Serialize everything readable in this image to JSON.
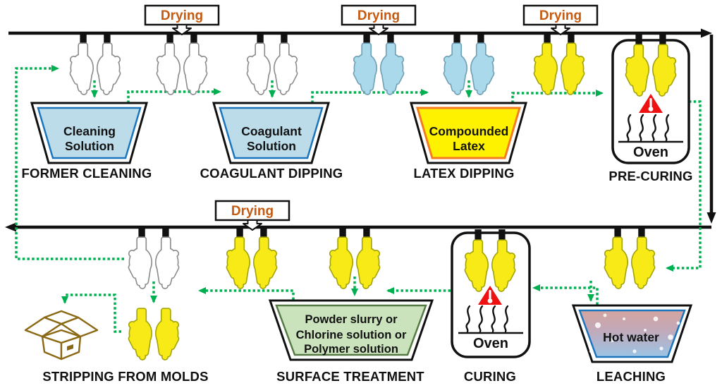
{
  "drying_label": "Drying",
  "stations": {
    "former_cleaning": {
      "label": "FORMER CLEANING",
      "tank": [
        "Cleaning",
        "Solution"
      ]
    },
    "coagulant_dipping": {
      "label": "COAGULANT DIPPING",
      "tank": [
        "Coagulant",
        "Solution"
      ]
    },
    "latex_dipping": {
      "label": "LATEX DIPPING",
      "tank": [
        "Compounded",
        "Latex"
      ]
    },
    "pre_curing": {
      "label": "PRE-CURING",
      "oven": "Oven"
    },
    "stripping": {
      "label": "STRIPPING FROM MOLDS"
    },
    "surface_treatment": {
      "label": "SURFACE TREATMENT",
      "tank": [
        "Powder slurry or",
        "Chlorine solution or",
        "Polymer solution"
      ]
    },
    "curing": {
      "label": "CURING",
      "oven": "Oven"
    },
    "leaching": {
      "label": "LEACHING",
      "tank": [
        "Hot water"
      ]
    }
  },
  "colors": {
    "flow_arrow_green": "#00B050",
    "drying_text_orange": "#C55A11",
    "glove_white": "#FFFFFF",
    "glove_blue": "#A9D9EA",
    "glove_yellow": "#F7EA16",
    "solution_blue": "#BCDCEA",
    "latex_yellow": "#FFF200",
    "latex_border_orange": "#F47B20",
    "surface_green": "#CBE3BD",
    "surface_border_green": "#557A44",
    "hot_water_top": "#D4A49F",
    "hot_water_bottom": "#9CC4E4",
    "tank_border_blue": "#1B75BC",
    "warning_red": "#EE1111",
    "box_brown": "#8B6914"
  }
}
